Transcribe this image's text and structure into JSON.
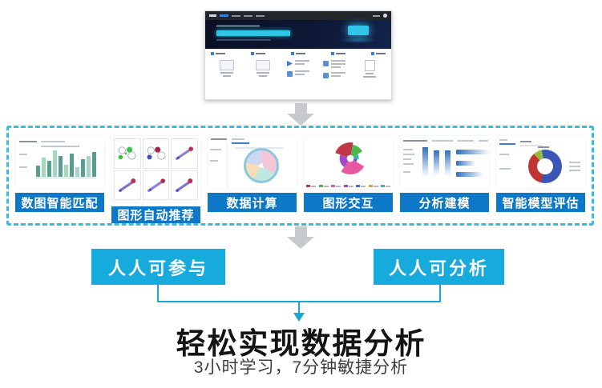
{
  "colors": {
    "feature_label_bg": "#0e78c8",
    "outcome_button_bg": "#16abdc",
    "dashed_box_border": "#3bbade",
    "arrow_gray": "#c7cacd",
    "connector_cyan": "#17a6d6",
    "hero_accent_cyan": "#2fc6e8"
  },
  "site_preview": {
    "description": "product website screenshot with dark navbar, dark hero banner with cyan glowing text and five feature columns"
  },
  "pipeline": {
    "features": [
      {
        "label": "数图智能匹配",
        "thumbnail": "bar-chart-screenshot"
      },
      {
        "label": "图形自动推荐",
        "thumbnail": "scatter-grid-screenshot"
      },
      {
        "label": "数据计算",
        "thumbnail": "pie-tool-screenshot"
      },
      {
        "label": "图形交互",
        "thumbnail": "rose-chart-screenshot"
      },
      {
        "label": "分析建模",
        "thumbnail": "modeling-table-screenshot"
      },
      {
        "label": "智能模型评估",
        "thumbnail": "donut-eval-screenshot"
      }
    ]
  },
  "outcomes": {
    "left_label": "人人可参与",
    "right_label": "人人可分析"
  },
  "conclusion": {
    "title": "轻松实现数据分析",
    "subtitle": "3小时学习，7分钟敏捷分析"
  }
}
